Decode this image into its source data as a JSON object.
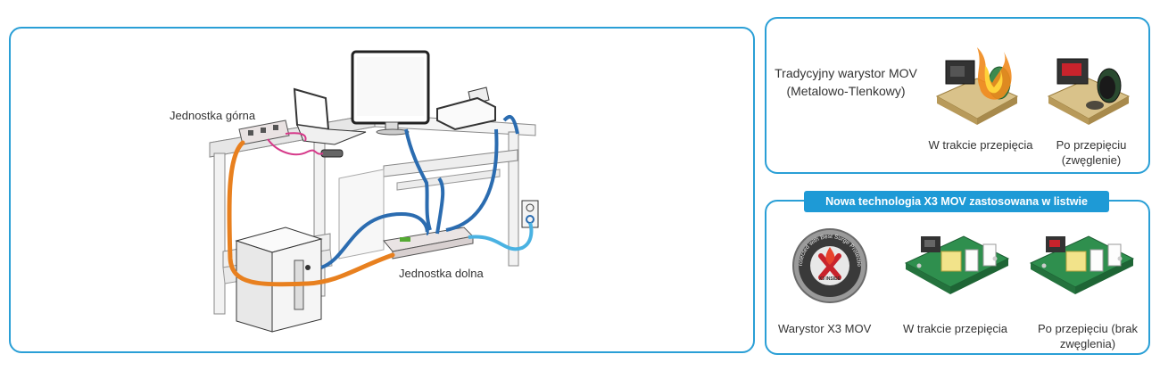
{
  "desk_diagram": {
    "upper_unit_label": "Jednostka górna",
    "lower_unit_label": "Jednostka dolna"
  },
  "traditional": {
    "title": "Tradycyjny warystor MOV (Metalowo-Tlenkowy)",
    "during_surge": "W trakcie przepięcia",
    "after_surge": "Po przepięciu (zwęglenie)"
  },
  "x3": {
    "banner": "Nowa technologia X3 MOV zastosowana w listwie",
    "badge_label": "Warystor X3 MOV",
    "badge_ring_text": "Protected with Best Surge Protection",
    "badge_logo_text": "X3 INSIDE",
    "during_surge": "W trakcie przepięcia",
    "after_surge": "Po przepięciu (brak zwęglenia)"
  },
  "colors": {
    "frame": "#2a9fd6",
    "banner": "#1e9ad6",
    "cable_orange": "#e8801f",
    "cable_blue": "#2b6cb0",
    "cable_light_blue": "#4ab2e2",
    "cable_pink": "#d63a8a",
    "pcb_green": "#2f8f4e"
  }
}
